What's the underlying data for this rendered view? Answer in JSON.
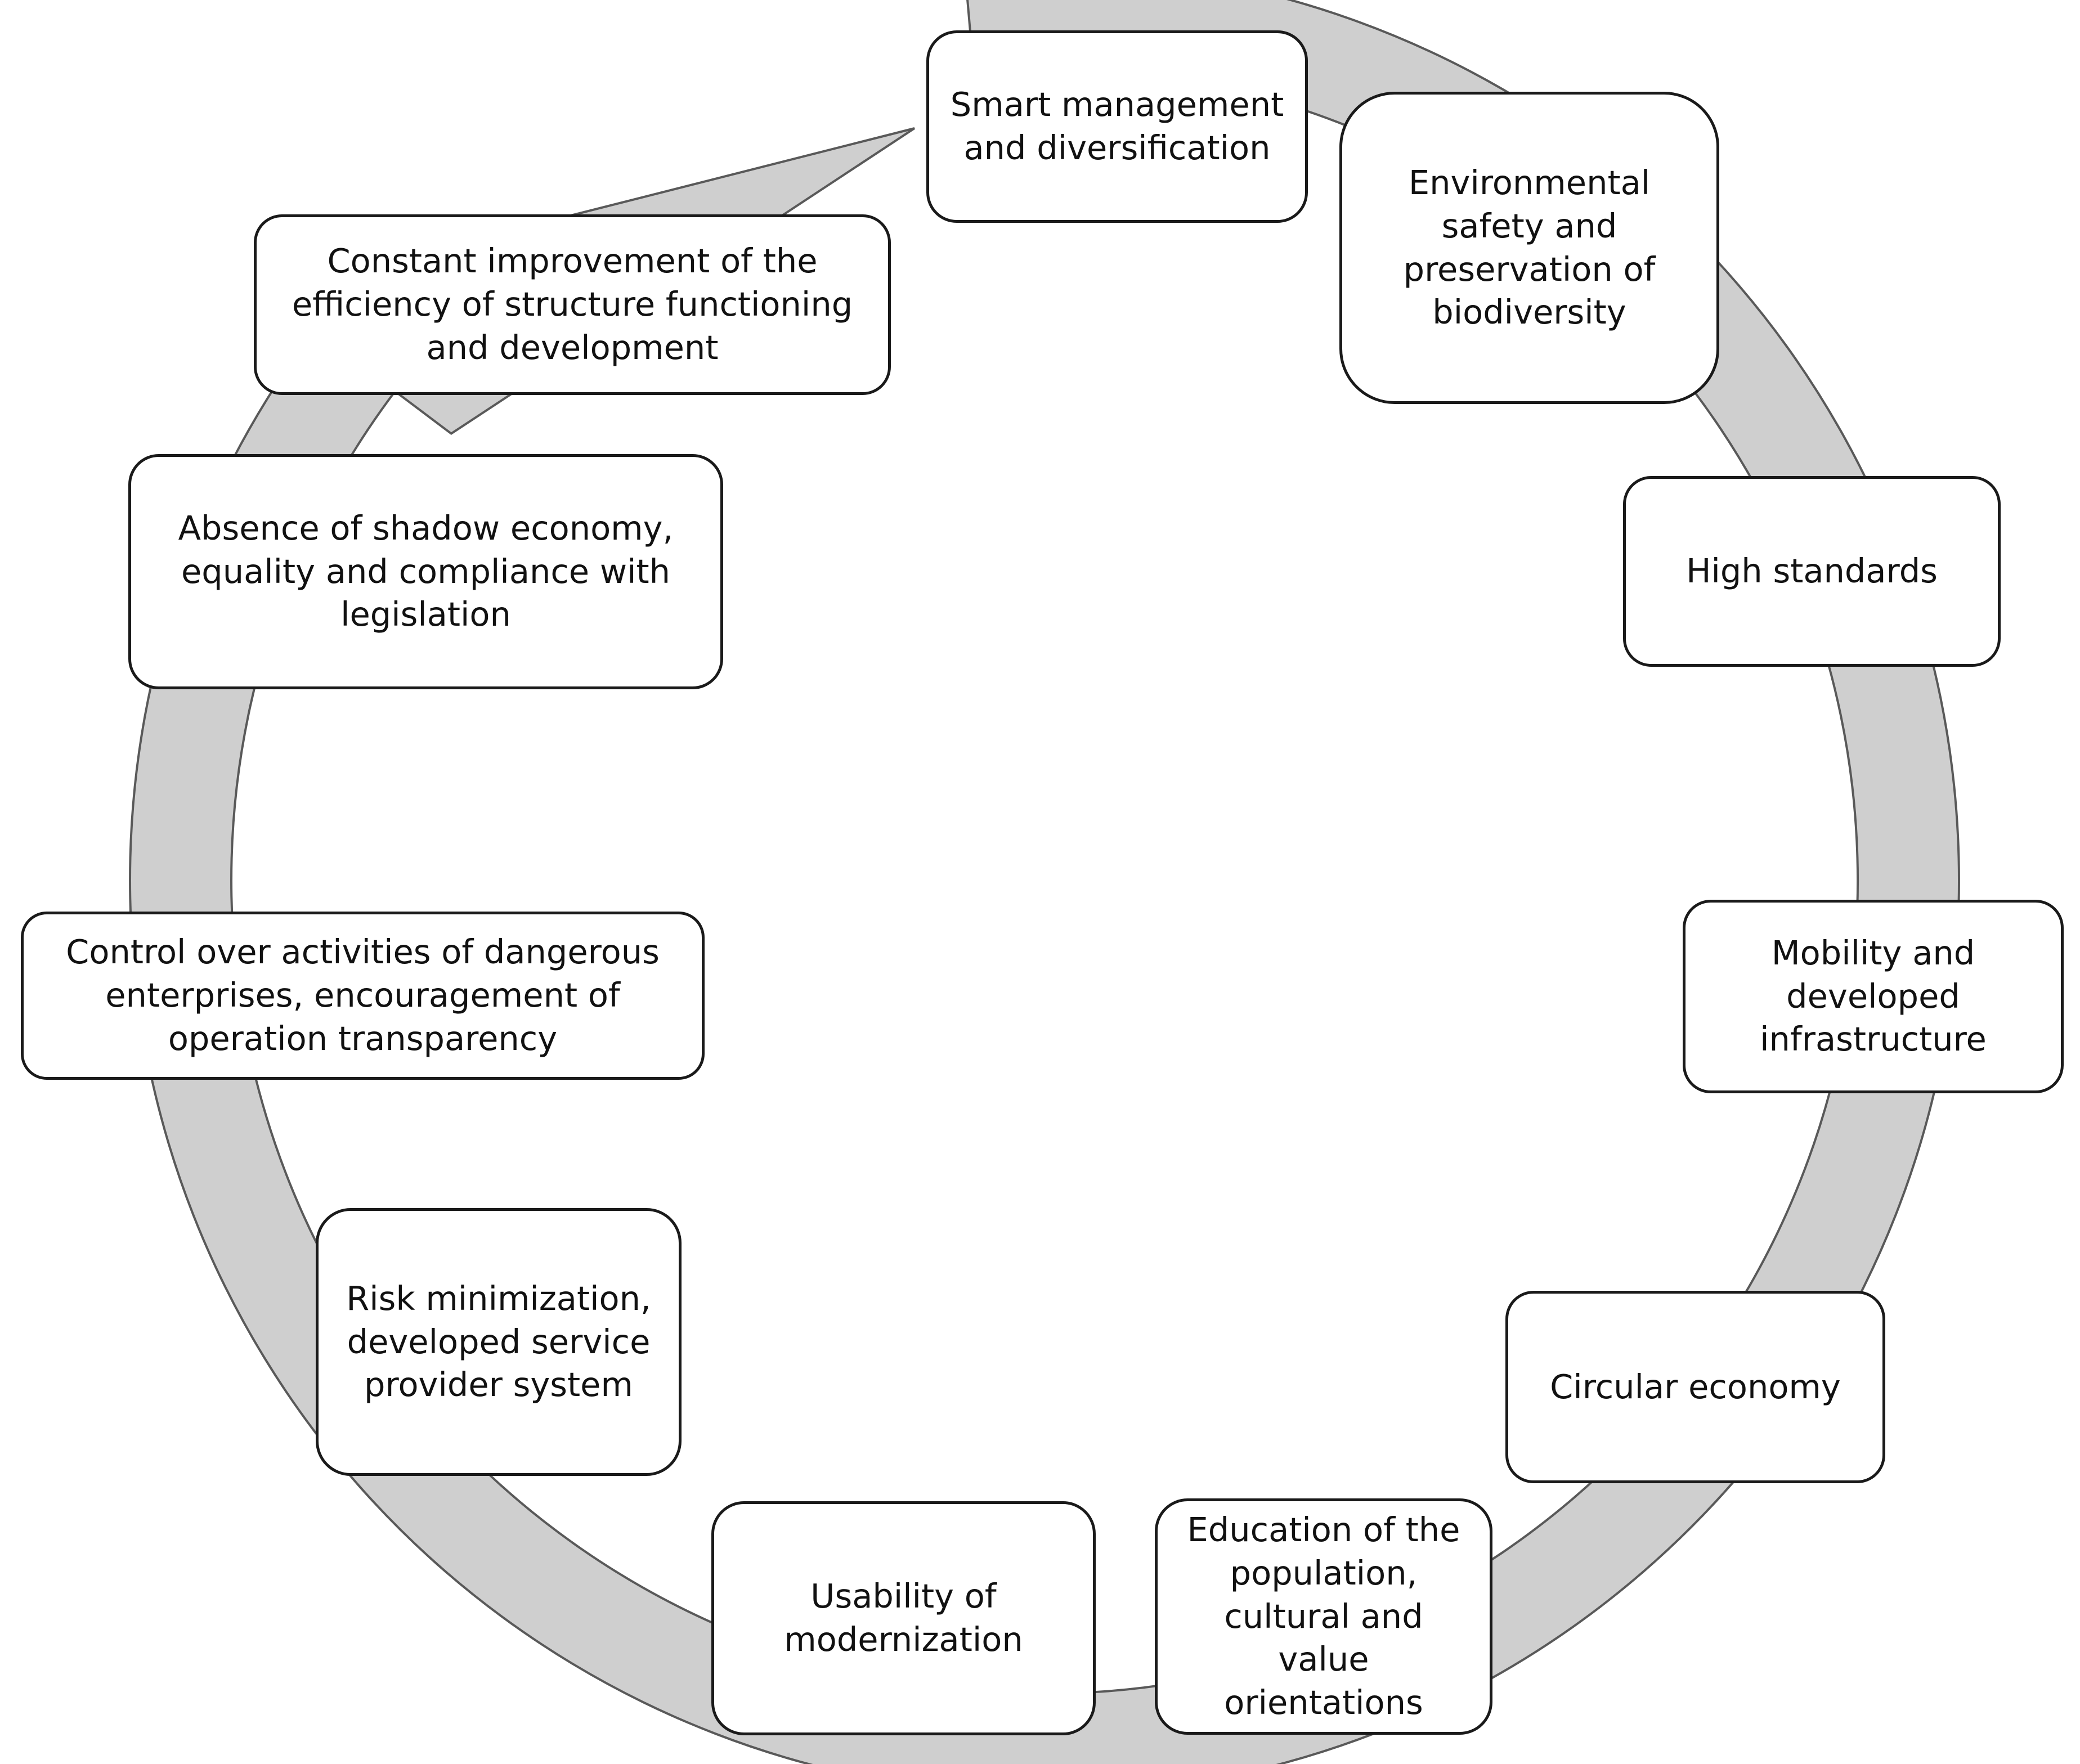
{
  "diagram": {
    "type": "cycle",
    "direction": "clockwise",
    "colors": {
      "ring_fill": "#cfcfcf",
      "ring_stroke": "#595959",
      "box_fill": "#ffffff",
      "box_border": "#1a1a1a",
      "text": "#111111"
    },
    "nodes": [
      {
        "id": "n1",
        "label": "Smart management\nand diversification"
      },
      {
        "id": "n2",
        "label": "Environmental\nsafety and\npreservation of\nbiodiversity"
      },
      {
        "id": "n3",
        "label": "High standards"
      },
      {
        "id": "n4",
        "label": "Mobility and\ndeveloped\ninfrastructure"
      },
      {
        "id": "n5",
        "label": "Circular economy"
      },
      {
        "id": "n6",
        "label": "Education of the\npopulation,\ncultural and\nvalue\norientations"
      },
      {
        "id": "n7",
        "label": "Usability of\nmodernization"
      },
      {
        "id": "n8",
        "label": "Risk minimization,\ndeveloped service\nprovider system"
      },
      {
        "id": "n9",
        "label": "Control over activities of dangerous\nenterprises, encouragement of\noperation transparency"
      },
      {
        "id": "n10",
        "label": "Absence of shadow economy,\nequality and compliance with\nlegislation"
      },
      {
        "id": "n11",
        "label": "Constant improvement of the\nefficiency of structure functioning\nand development"
      }
    ]
  }
}
